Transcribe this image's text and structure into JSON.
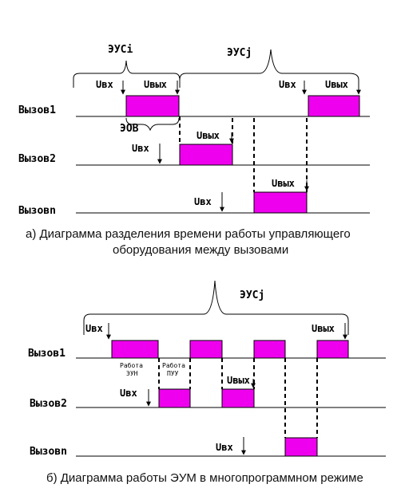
{
  "diagram_a": {
    "label_eus_i": "ЭУСi",
    "label_eus_j": "ЭУСj",
    "label_eov": "ЭОВ",
    "u_in": "Uвх",
    "u_out": "Uвых",
    "row_1": "Вызов1",
    "row_2": "Вызов2",
    "row_n": "Вызовn",
    "caption_line1": "а) Диаграмма разделения времени работы управляющего",
    "caption_line2": "оборудования между вызовами"
  },
  "diagram_b": {
    "label_eus_j": "ЭУСj",
    "u_in": "Uвх",
    "u_out": "Uвых",
    "row_1": "Вызов1",
    "row_2": "Вызов2",
    "row_n": "Вызовn",
    "work_eun_1": "Работа",
    "work_eun_2": "ЭУН",
    "work_puu_1": "Работа",
    "work_puu_2": "ПУУ",
    "caption": "б) Диаграмма работы ЭУМ в многопрограммном режиме"
  },
  "colors": {
    "pulse": "#ee00ee",
    "line": "#000000"
  }
}
